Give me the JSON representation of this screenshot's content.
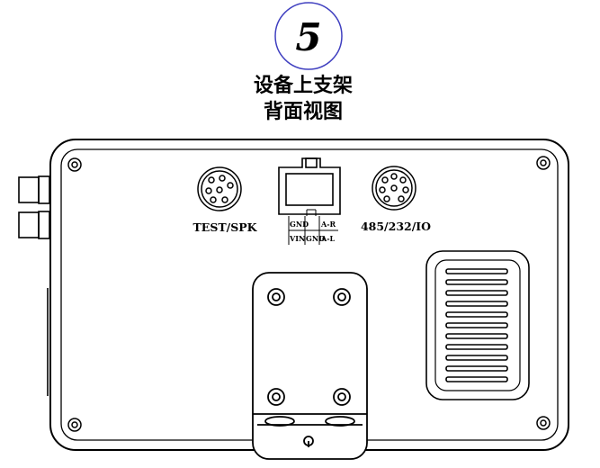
{
  "header": {
    "number": "5",
    "title_line1": "设备上支架",
    "title_line2": "背面视图"
  },
  "labels": {
    "test_spk": "TEST/SPK",
    "rs485": "485/232/IO"
  },
  "pinout": {
    "gnd_top": "GND",
    "a_r": "A-R",
    "vin": "VIN",
    "gnd_bottom": "GND",
    "a_l": "A-L"
  },
  "colors": {
    "line": "#000000",
    "circle": "#4040c0"
  }
}
